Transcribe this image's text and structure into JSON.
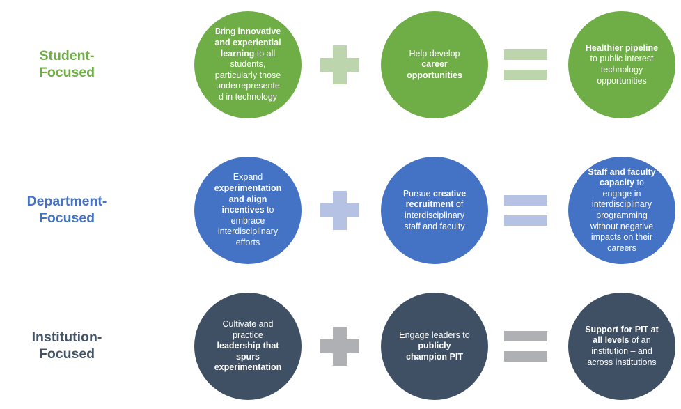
{
  "background": "#FFFFFF",
  "rows": [
    {
      "label": "Student-Focused",
      "colors": {
        "circle": "#6FAD47",
        "accent": "#BDD5AC",
        "label": "#70AD47"
      },
      "operators": {
        "plus": "plus-icon",
        "equals": "equals-icon"
      },
      "circles": [
        {
          "segments": [
            {
              "text": "Bring ",
              "bold": false
            },
            {
              "text": "innovative and experiential learning",
              "bold": true
            },
            {
              "text": " to all students, particularly those underrepresente",
              "bold": false
            },
            {
              "text": "d in technology",
              "bold": false,
              "break_before": true
            }
          ]
        },
        {
          "segments": [
            {
              "text": "Help develop ",
              "bold": false
            },
            {
              "text": "career opportunities",
              "bold": true
            }
          ]
        },
        {
          "segments": [
            {
              "text": "Healthier pipeline",
              "bold": true
            },
            {
              "text": " to public interest technology opportunities",
              "bold": false
            }
          ]
        }
      ]
    },
    {
      "label": "Department-Focused",
      "colors": {
        "circle": "#4472C4",
        "accent": "#B5C2E4",
        "label": "#4472C4"
      },
      "operators": {
        "plus": "plus-icon",
        "equals": "equals-icon"
      },
      "circles": [
        {
          "segments": [
            {
              "text": "Expand ",
              "bold": false
            },
            {
              "text": "experimentation and align incentives",
              "bold": true
            },
            {
              "text": " to embrace interdisciplinary efforts",
              "bold": false
            }
          ]
        },
        {
          "segments": [
            {
              "text": "Pursue ",
              "bold": false
            },
            {
              "text": "creative recruitment",
              "bold": true
            },
            {
              "text": " of interdisciplinary staff and faculty",
              "bold": false
            }
          ]
        },
        {
          "segments": [
            {
              "text": "Staff and faculty capacity",
              "bold": true
            },
            {
              "text": " to engage in interdisciplinary programming without negative impacts on their careers",
              "bold": false
            }
          ]
        }
      ]
    },
    {
      "label": "Institution-Focused",
      "colors": {
        "circle": "#405064",
        "accent": "#AEB0B4",
        "label": "#445468"
      },
      "operators": {
        "plus": "plus-icon",
        "equals": "equals-icon"
      },
      "circles": [
        {
          "segments": [
            {
              "text": "Cultivate and practice ",
              "bold": false
            },
            {
              "text": "leadership that spurs experimentation",
              "bold": true
            }
          ]
        },
        {
          "segments": [
            {
              "text": "Engage leaders to ",
              "bold": false
            },
            {
              "text": "publicly champion PIT",
              "bold": true
            }
          ]
        },
        {
          "segments": [
            {
              "text": "Support for PIT at all levels",
              "bold": true
            },
            {
              "text": " of an institution – and across institutions",
              "bold": false
            }
          ]
        }
      ]
    }
  ]
}
